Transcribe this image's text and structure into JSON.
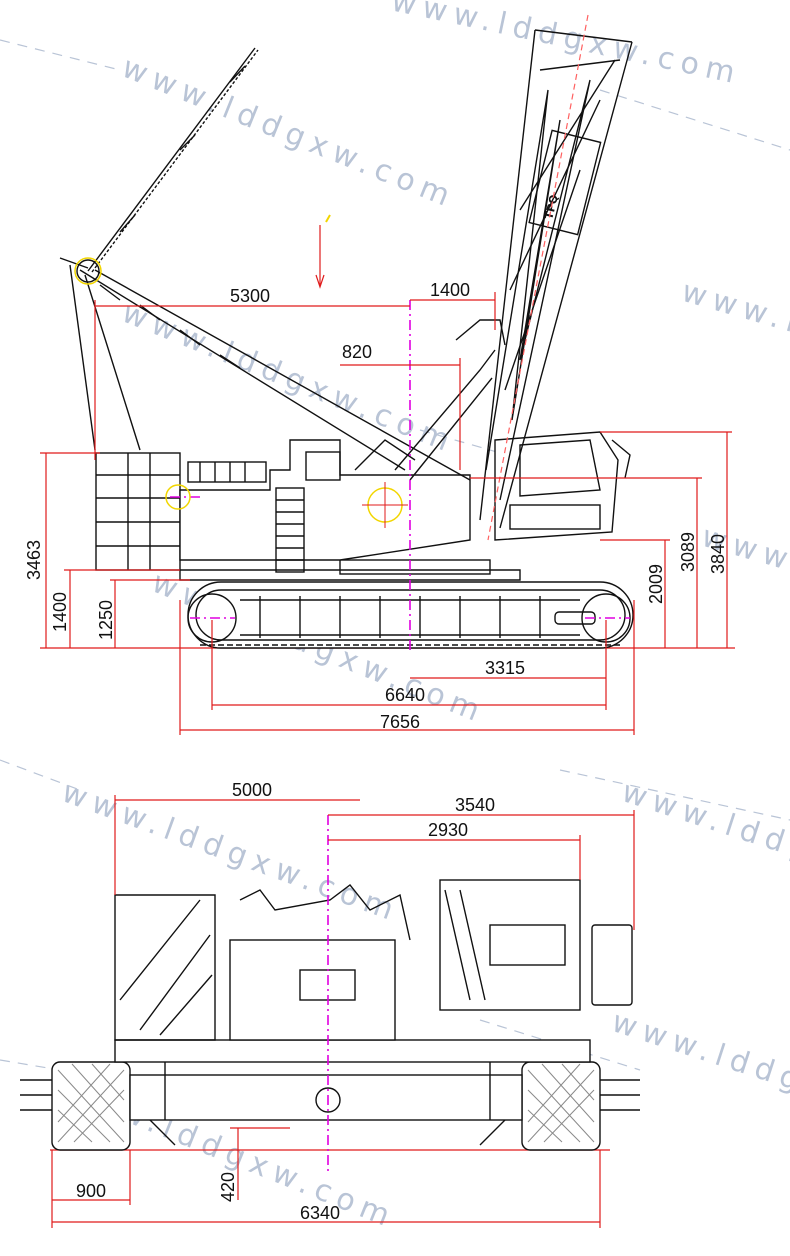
{
  "watermark": "www.lddgxw.com",
  "boom_text": "TPQ",
  "side_view": {
    "dims": {
      "jib_radius": "5300",
      "boom_offset": "1400",
      "foot_offset": "820",
      "tail_height": "3463",
      "counterweight_clearance": "1400",
      "frame_height": "1250",
      "track_half": "3315",
      "track_length": "6640",
      "overall_length": "7656",
      "cab_height": "2009",
      "boom_foot_height": "3089",
      "overall_height": "3840"
    }
  },
  "rear_view": {
    "dims": {
      "left_width": "5000",
      "right_width": "3540",
      "cab_width": "2930",
      "track_width": "900",
      "ground_clearance": "420",
      "overall_width": "6340"
    }
  },
  "colors": {
    "line": "#111111",
    "dimension": "#e01b1b",
    "centerline": "#e000e0",
    "watermark": "#b9c4d6",
    "marker": "#f2d600"
  }
}
